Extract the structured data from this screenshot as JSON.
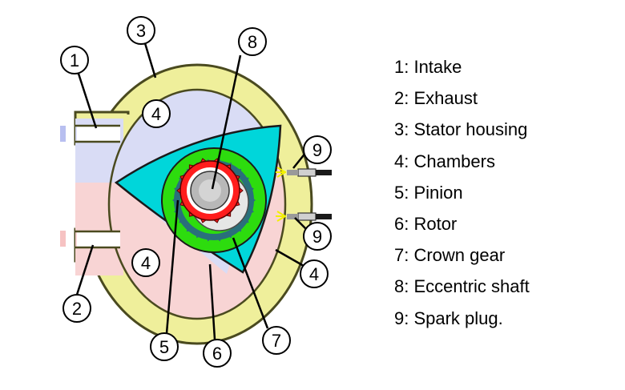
{
  "callouts": [
    "1",
    "2",
    "3",
    "4",
    "4",
    "4",
    "5",
    "6",
    "7",
    "8",
    "9",
    "9"
  ],
  "legend": [
    "1: Intake",
    "2: Exhaust",
    "3: Stator housing",
    "4: Chambers",
    "5: Pinion",
    "6: Rotor",
    "7: Crown gear",
    "8: Eccentric shaft",
    "9: Spark plug."
  ],
  "colors": {
    "housing": "#efef9b",
    "housing_stroke": "#4a4a1f",
    "intake_chamber": "#d9dcf5",
    "exhaust_chamber": "#f8d4d4",
    "rotor": "#00d6da",
    "crown_gear": "#2ddc0e",
    "pinion": "#ff1d1d",
    "shaft": "#b8b8b8",
    "spark_plug": "#d0d0d0",
    "spark": "#f2f000"
  }
}
